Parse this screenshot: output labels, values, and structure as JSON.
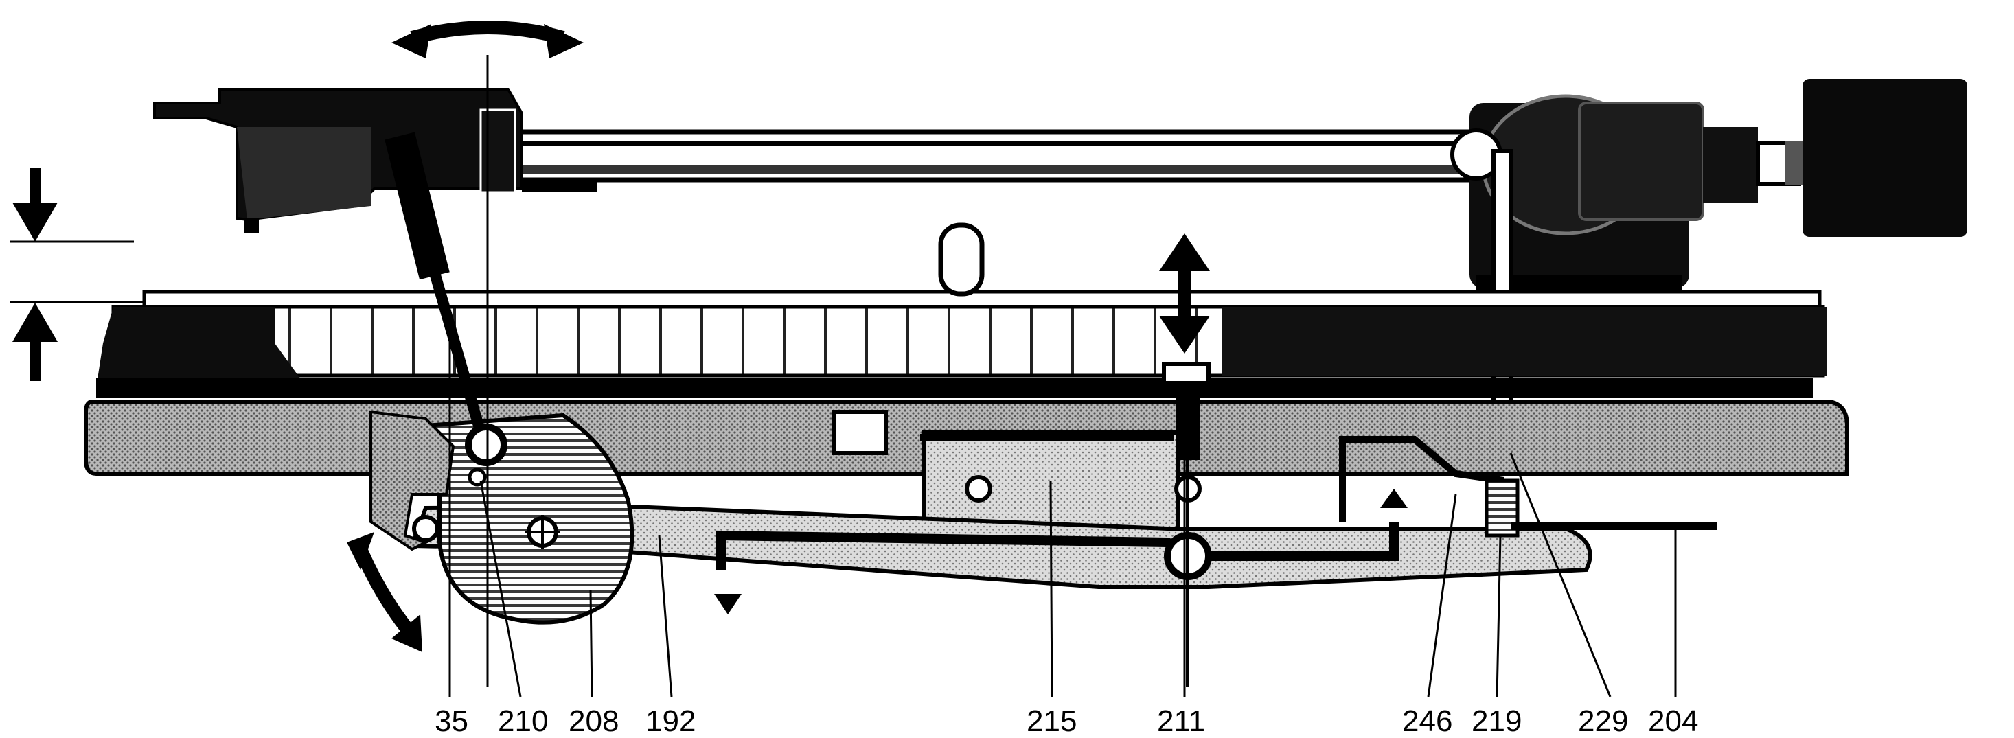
{
  "colors": {
    "ink": "#000000",
    "background": "#ffffff",
    "stipple": "#8c8c8c",
    "hatch": "#3a3a3a"
  },
  "icons": {
    "swing_arrow": "double-headed-curved-arrow",
    "height_arrows": "vertical-arrows",
    "lift_arrow": "double-headed-vertical-arrow",
    "rocker_arrow": "double-headed-curved-arrow",
    "cam_arrows": "bent-arrows"
  },
  "labels": [
    {
      "id": "35",
      "text": "35"
    },
    {
      "id": "210",
      "text": "210"
    },
    {
      "id": "208",
      "text": "208"
    },
    {
      "id": "192",
      "text": "192"
    },
    {
      "id": "215",
      "text": "215"
    },
    {
      "id": "211",
      "text": "211"
    },
    {
      "id": "246",
      "text": "246"
    },
    {
      "id": "219",
      "text": "219"
    },
    {
      "id": "229",
      "text": "229"
    },
    {
      "id": "204",
      "text": "204"
    }
  ]
}
